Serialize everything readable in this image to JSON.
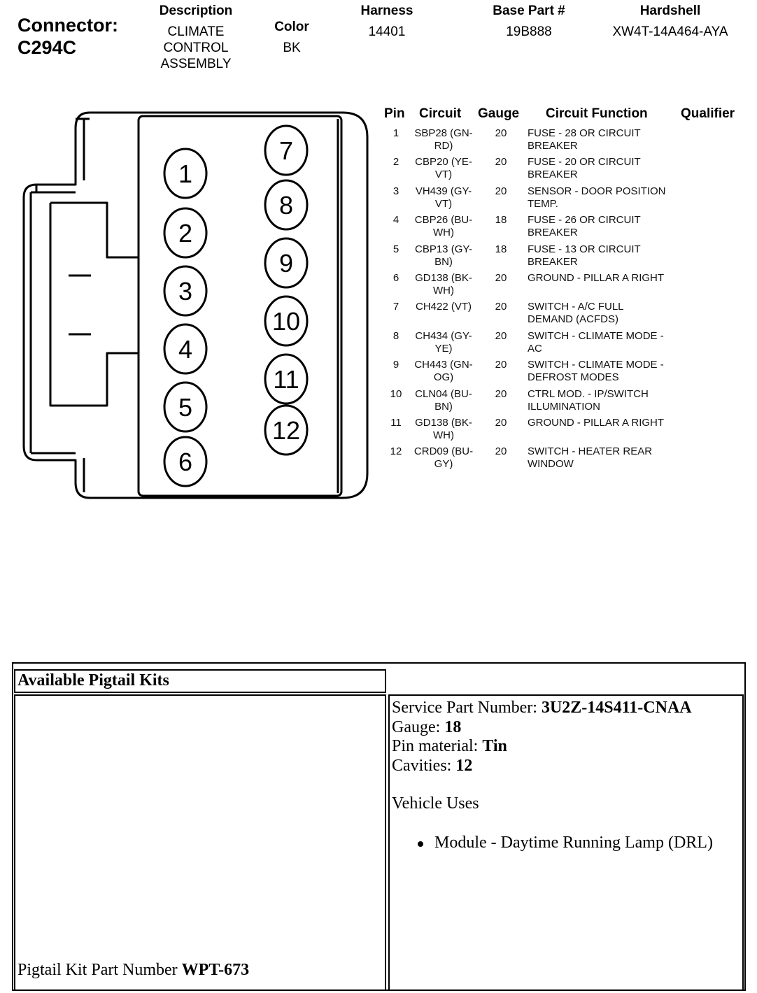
{
  "connector": {
    "label": "Connector:",
    "id": "C294C"
  },
  "header": {
    "description_label": "Description",
    "description_lines": [
      "CLIMATE",
      "CONTROL",
      "ASSEMBLY"
    ],
    "color_label": "Color",
    "color_value": "BK",
    "harness_label": "Harness",
    "harness_value": "14401",
    "base_part_label": "Base Part #",
    "base_part_value": "19B888",
    "hardshell_label": "Hardshell",
    "hardshell_value": "XW4T-14A464-AYA"
  },
  "diagram": {
    "left_pins": [
      "1",
      "2",
      "3",
      "4",
      "5",
      "6"
    ],
    "right_pins": [
      "7",
      "8",
      "9",
      "10",
      "11",
      "12"
    ]
  },
  "pin_table": {
    "headers": {
      "pin": "Pin",
      "circuit": "Circuit",
      "gauge": "Gauge",
      "function": "Circuit Function",
      "qualifier": "Qualifier"
    },
    "rows": [
      {
        "pin": "1",
        "circuit": [
          "SBP28 (GN-",
          "RD)"
        ],
        "gauge": "20",
        "function": [
          "FUSE - 28 OR CIRCUIT",
          "BREAKER"
        ]
      },
      {
        "pin": "2",
        "circuit": [
          "CBP20 (YE-",
          "VT)"
        ],
        "gauge": "20",
        "function": [
          "FUSE - 20 OR CIRCUIT",
          "BREAKER"
        ]
      },
      {
        "pin": "3",
        "circuit": [
          "VH439 (GY-",
          "VT)"
        ],
        "gauge": "20",
        "function": [
          "SENSOR - DOOR POSITION",
          "TEMP."
        ]
      },
      {
        "pin": "4",
        "circuit": [
          "CBP26 (BU-",
          "WH)"
        ],
        "gauge": "18",
        "function": [
          "FUSE - 26 OR CIRCUIT",
          "BREAKER"
        ]
      },
      {
        "pin": "5",
        "circuit": [
          "CBP13 (GY-",
          "BN)"
        ],
        "gauge": "18",
        "function": [
          "FUSE - 13 OR CIRCUIT",
          "BREAKER"
        ]
      },
      {
        "pin": "6",
        "circuit": [
          "GD138 (BK-",
          "WH)"
        ],
        "gauge": "20",
        "function": [
          "GROUND - PILLAR A RIGHT",
          ""
        ]
      },
      {
        "pin": "7",
        "circuit": [
          "CH422 (VT)",
          ""
        ],
        "gauge": "20",
        "function": [
          "SWITCH - A/C FULL",
          "DEMAND (ACFDS)"
        ]
      },
      {
        "pin": "8",
        "circuit": [
          "CH434 (GY-",
          "YE)"
        ],
        "gauge": "20",
        "function": [
          "SWITCH - CLIMATE MODE -",
          "AC"
        ]
      },
      {
        "pin": "9",
        "circuit": [
          "CH443 (GN-",
          "OG)"
        ],
        "gauge": "20",
        "function": [
          "SWITCH - CLIMATE MODE -",
          "DEFROST MODES"
        ]
      },
      {
        "pin": "10",
        "circuit": [
          "CLN04 (BU-",
          "BN)"
        ],
        "gauge": "20",
        "function": [
          "CTRL MOD. - IP/SWITCH",
          "ILLUMINATION"
        ]
      },
      {
        "pin": "11",
        "circuit": [
          "GD138 (BK-",
          "WH)"
        ],
        "gauge": "20",
        "function": [
          "GROUND - PILLAR A RIGHT",
          ""
        ]
      },
      {
        "pin": "12",
        "circuit": [
          "CRD09 (BU-",
          "GY)"
        ],
        "gauge": "20",
        "function": [
          "SWITCH - HEATER REAR",
          "WINDOW"
        ]
      }
    ]
  },
  "pigtail": {
    "title": "Available Pigtail Kits",
    "service_part_label": "Service Part Number: ",
    "service_part_value": "3U2Z-14S411-CNAA",
    "gauge_label": "Gauge: ",
    "gauge_value": "18",
    "pin_material_label": "Pin material: ",
    "pin_material_value": "Tin",
    "cavities_label": "Cavities: ",
    "cavities_value": "12",
    "vehicle_uses_label": "Vehicle Uses",
    "vehicle_uses": [
      "Module - Daytime Running Lamp (DRL)"
    ],
    "kit_part_label": "Pigtail Kit Part Number ",
    "kit_part_value": "WPT-673"
  }
}
